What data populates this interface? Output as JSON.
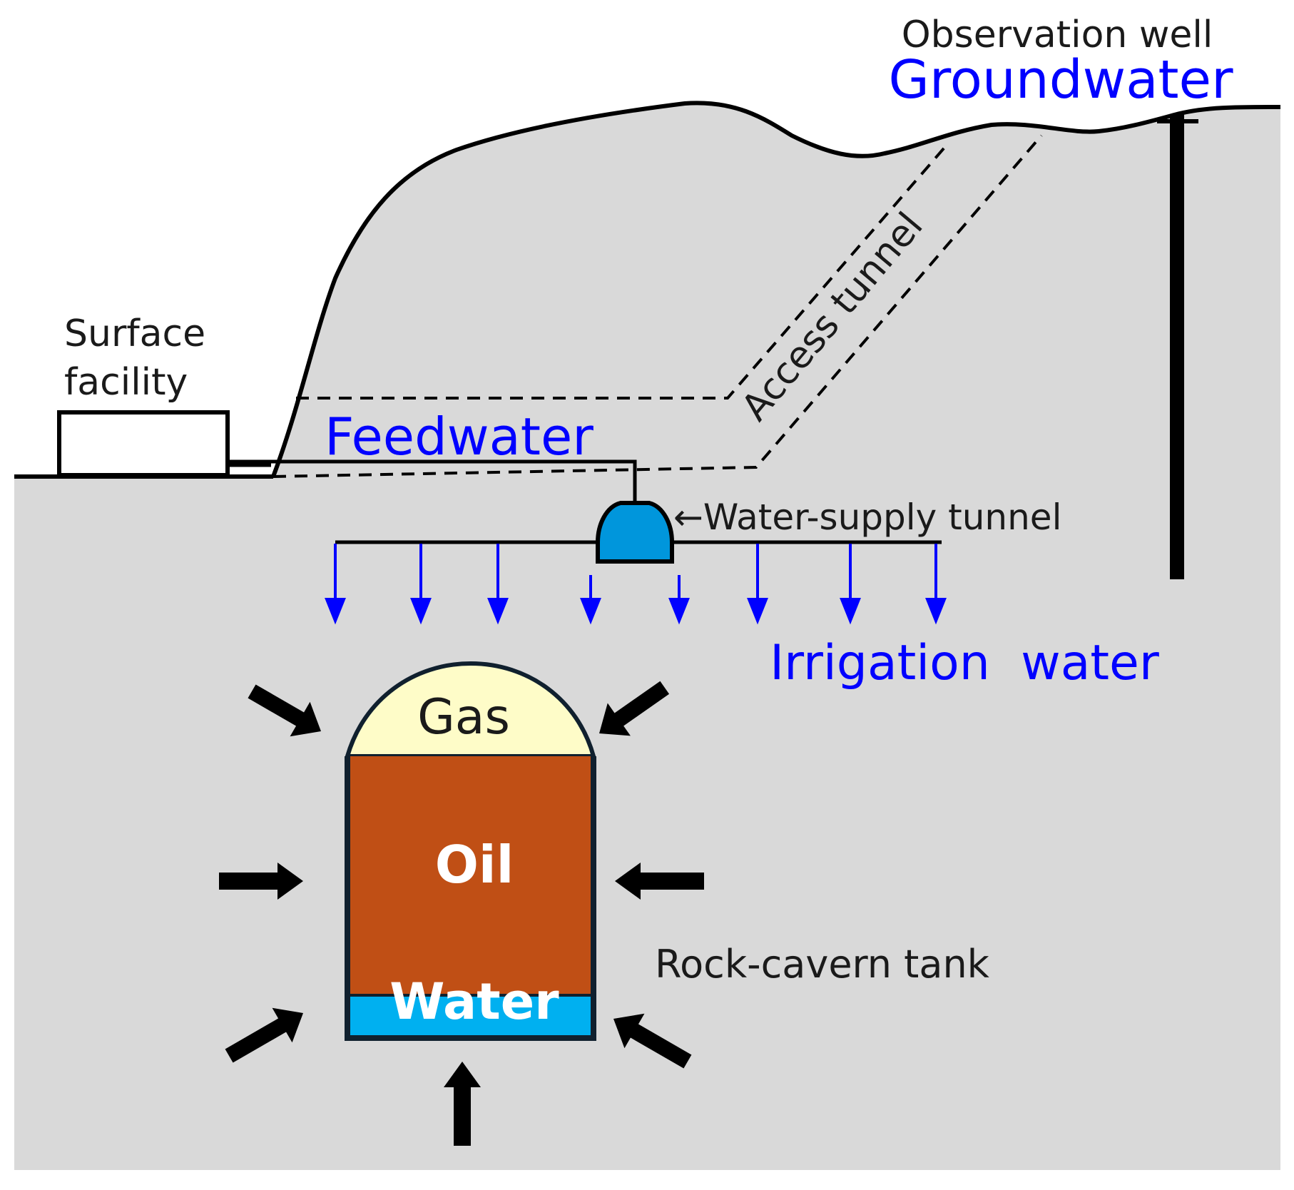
{
  "labels": {
    "observation_well": "Observation well",
    "groundwater": "Groundwater",
    "surface_facility_line1": "Surface",
    "surface_facility_line2": "facility",
    "access_tunnel": "Access tunnel",
    "feedwater": "Feedwater",
    "water_supply_tunnel": "←Water-supply tunnel",
    "irrigation_water": "Irrigation  water",
    "gas": "Gas",
    "oil": "Oil",
    "water": "Water",
    "rock_cavern_tank": "Rock-cavern tank"
  },
  "colors": {
    "ground": "#d9d9d9",
    "outline": "#000000",
    "water_label": "#0000ff",
    "arrow_blue": "#0000ff",
    "gas_fill": "#fefcc8",
    "oil_fill": "#c04f15",
    "water_fill": "#00b0f0",
    "tunnel_fill": "#0096dc",
    "tank_border": "#10202e",
    "text_dark": "#1a1a1a"
  }
}
